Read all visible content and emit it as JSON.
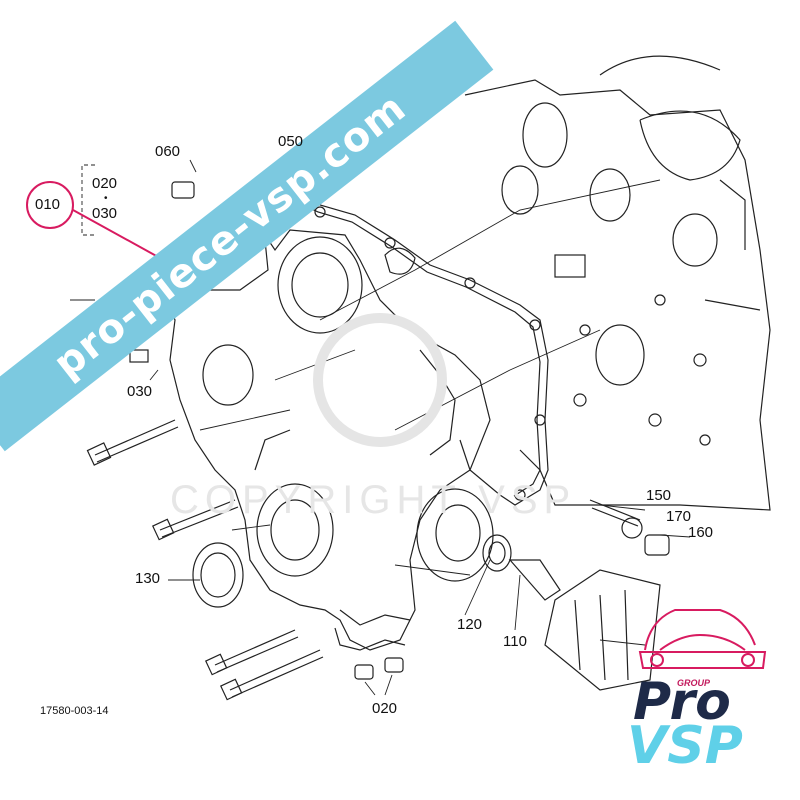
{
  "labels": {
    "p010": "010",
    "p020_top": "020",
    "dot": "•",
    "p030_top": "030",
    "p060": "060",
    "p050": "050",
    "p030_mid": "030",
    "p150": "150",
    "p170": "170",
    "p160": "160",
    "p130": "130",
    "p120": "120",
    "p110": "110",
    "p020_bottom": "020",
    "ref": "17580-003-14"
  },
  "watermark": {
    "banner_text": "pro-piece-vsp.com",
    "copyright_text": "COPYRIGHT VSP",
    "logo_group": "GROUP",
    "logo_pro": "Pro",
    "logo_vsp": "VSP"
  },
  "colors": {
    "highlight": "#d81b60",
    "banner": "#7cc9e0",
    "logo_dark": "#1e2a48",
    "logo_cyan": "#5fd0e8"
  }
}
